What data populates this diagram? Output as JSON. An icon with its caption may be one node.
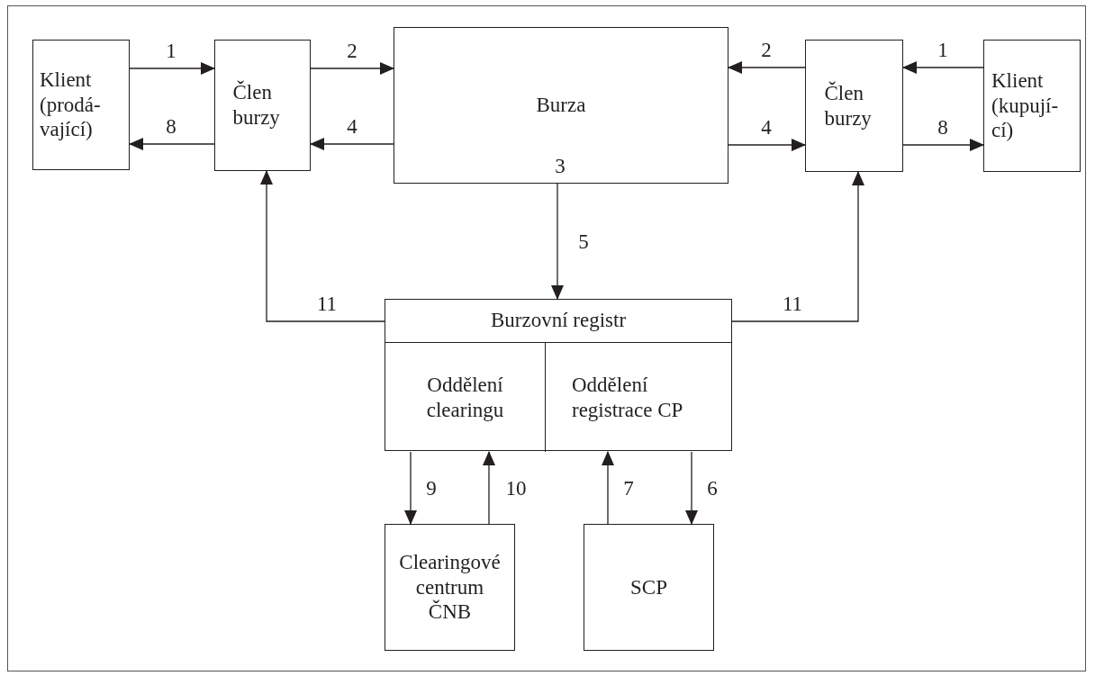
{
  "diagram": {
    "nodes": [
      {
        "text": [
          "Klient (prodá- vající)"
        ]
      },
      {
        "text": [
          "Člen burzy"
        ]
      },
      {
        "text": [
          "Burza",
          "3"
        ]
      },
      {
        "text": [
          "Člen burzy"
        ]
      },
      {
        "text": [
          "Klient (kupují- cí)"
        ]
      },
      {
        "text": [
          "Burzovní registr"
        ]
      },
      {
        "text": [
          "Oddělení clearingu"
        ],
        "in": 5
      },
      {
        "text": [
          "Oddělení registrace CP"
        ],
        "in": 5
      },
      {
        "text": [
          "Clearingové centrum ČNB"
        ]
      },
      {
        "text": [
          "SCP"
        ]
      }
    ],
    "edges": [
      {
        "from": 0,
        "to": 1,
        "arrow": "to",
        "label": "1"
      },
      {
        "from": 1,
        "to": 2,
        "arrow": "to",
        "label": "2"
      },
      {
        "from": 2,
        "to": 1,
        "arrow": "to",
        "label": "4"
      },
      {
        "from": 1,
        "to": 0,
        "arrow": "to",
        "label": "8"
      },
      {
        "from": 4,
        "to": 3,
        "arrow": "to",
        "label": "1"
      },
      {
        "from": 3,
        "to": 2,
        "arrow": "to",
        "label": "2"
      },
      {
        "from": 2,
        "to": 3,
        "arrow": "to",
        "label": "4"
      },
      {
        "from": 3,
        "to": 4,
        "arrow": "to",
        "label": "8"
      },
      {
        "from": 2,
        "to": 5,
        "arrow": "to",
        "label": "5"
      },
      {
        "from": 5,
        "to": 1,
        "arrow": "to",
        "label": "11"
      },
      {
        "from": 5,
        "to": 3,
        "arrow": "to",
        "label": "11"
      },
      {
        "from": 6,
        "to": 8,
        "arrow": "to",
        "label": "9"
      },
      {
        "from": 8,
        "to": 6,
        "arrow": "to",
        "label": "10"
      },
      {
        "from": 9,
        "to": 7,
        "arrow": "to",
        "label": "7"
      },
      {
        "from": 7,
        "to": 9,
        "arrow": "to",
        "label": "6"
      }
    ]
  }
}
